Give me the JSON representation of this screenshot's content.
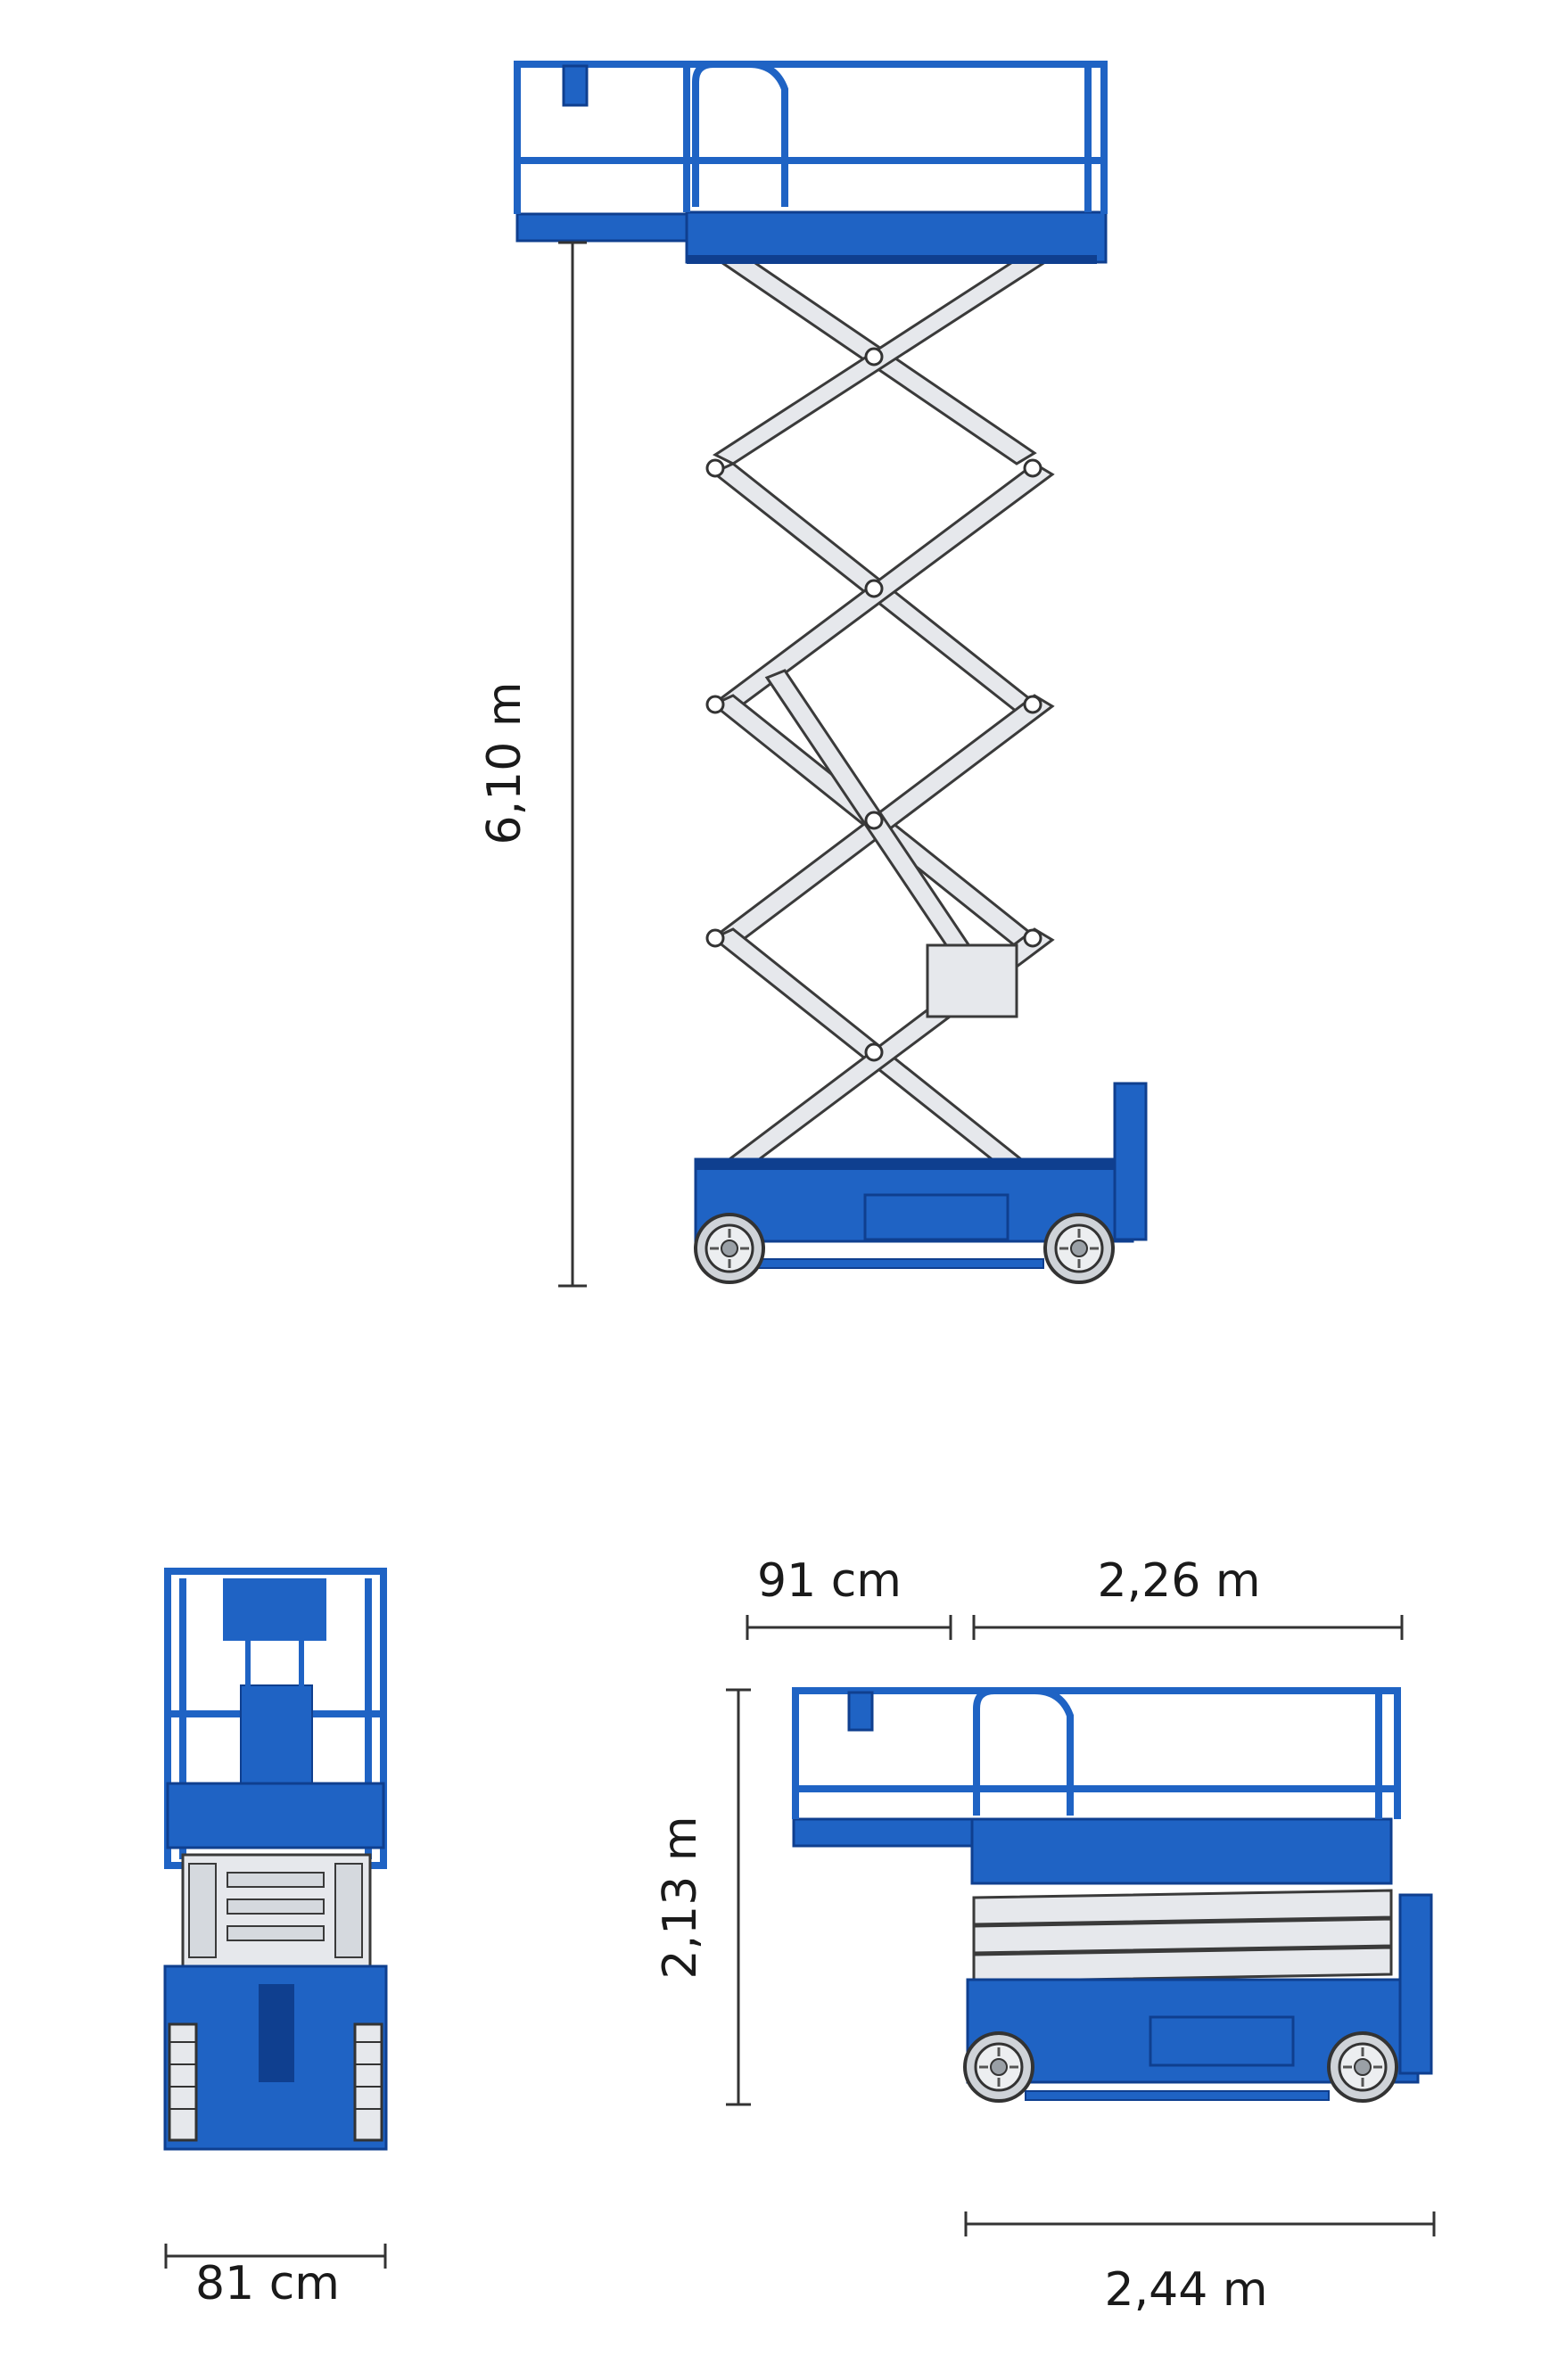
{
  "colors": {
    "machine_blue": "#1f63c4",
    "machine_blue_dark": "#0f3f8f",
    "scissor_grey": "#e6e8ec",
    "outline": "#3a3a3a",
    "dimension_line": "#333333",
    "label_text": "#1a1a1a"
  },
  "views": {
    "raised_side": {
      "height_label": "6,10 m"
    },
    "end_view": {
      "width_label": "81 cm"
    },
    "stowed_side": {
      "extension_label": "91 cm",
      "platform_length_label": "2,26 m",
      "stowed_height_label": "2,13 m",
      "overall_length_label": "2,44 m"
    }
  }
}
